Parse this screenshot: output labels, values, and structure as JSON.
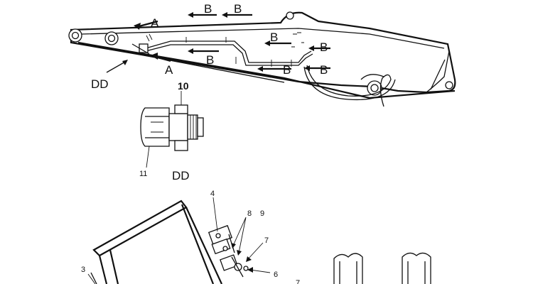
{
  "section_markers": {
    "a_top": "A",
    "a_bottom": "A",
    "b1": "B",
    "b2": "B",
    "b3": "B",
    "b4": "B",
    "b5": "B",
    "b6": "B",
    "b7": "B"
  },
  "views": {
    "dd_pointer": "DD",
    "dd_caption": "DD"
  },
  "callouts": {
    "c10": "10",
    "c11": "11",
    "c4": "4",
    "c8": "8",
    "c9": "9",
    "c7": "7",
    "c6": "6",
    "c3": "3",
    "c7b": "7"
  }
}
